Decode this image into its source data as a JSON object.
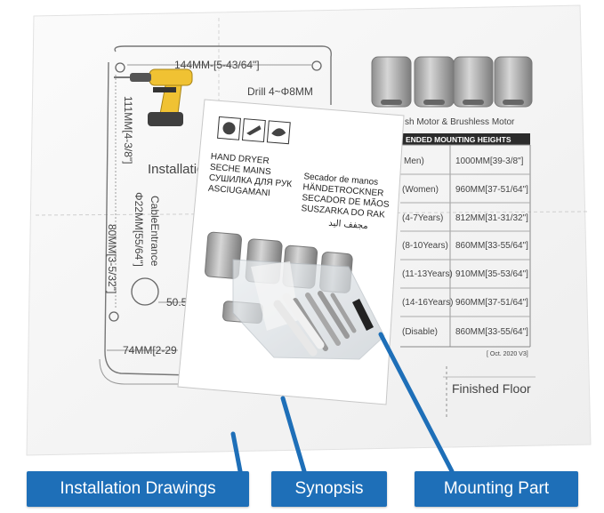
{
  "drawing": {
    "dim_top": "144MM-[5-43/64\"]",
    "drill": "Drill 4~Φ8MM",
    "dim_left": "111MM[4-3/8\"]",
    "installation_text": "Installatio",
    "cable_entrance": "CableEntrance",
    "cable_dim": "Φ22MM[55/64\"]",
    "dim_80": "80MM[3-5/32\"]",
    "dim_50": "50.5",
    "dim_74": "74MM[2-29",
    "motor_caption": "sh Motor & Brushless Motor",
    "table_header": "ENDED MOUNTING HEIGHTS",
    "table_rows": [
      {
        "label": "Men)",
        "value": "1000MM[39-3/8\"]"
      },
      {
        "label": "(Women)",
        "value": "960MM[37-51/64\"]"
      },
      {
        "label": "(4-7Years)",
        "value": "812MM[31-31/32\"]"
      },
      {
        "label": "(8-10Years)",
        "value": "860MM[33-55/64\"]"
      },
      {
        "label": "(11-13Years)",
        "value": "910MM[35-53/64\"]"
      },
      {
        "label": "(14-16Years)",
        "value": "960MM[37-51/64\"]"
      },
      {
        "label": "(Disable)",
        "value": "860MM[33-55/64\"]"
      }
    ],
    "date_note": "[ Oct. 2020 V3]",
    "finished_floor": "Finished Floor"
  },
  "synopsis": {
    "left_titles": [
      "HAND DRYER",
      "SECHE MAINS",
      "СУШИЛКА ДЛЯ РУК",
      "ASCIUGAMANI"
    ],
    "right_titles": [
      "Secador de manos",
      "HÄNDETROCKNER",
      "SECADOR DE MÃOS",
      "SUSZARKA DO RAK",
      "مجفف اليد"
    ]
  },
  "labels": {
    "installation": "Installation Drawings",
    "synopsis": "Synopsis",
    "mounting": "Mounting Part"
  },
  "colors": {
    "callout": "#1e6fb8"
  }
}
